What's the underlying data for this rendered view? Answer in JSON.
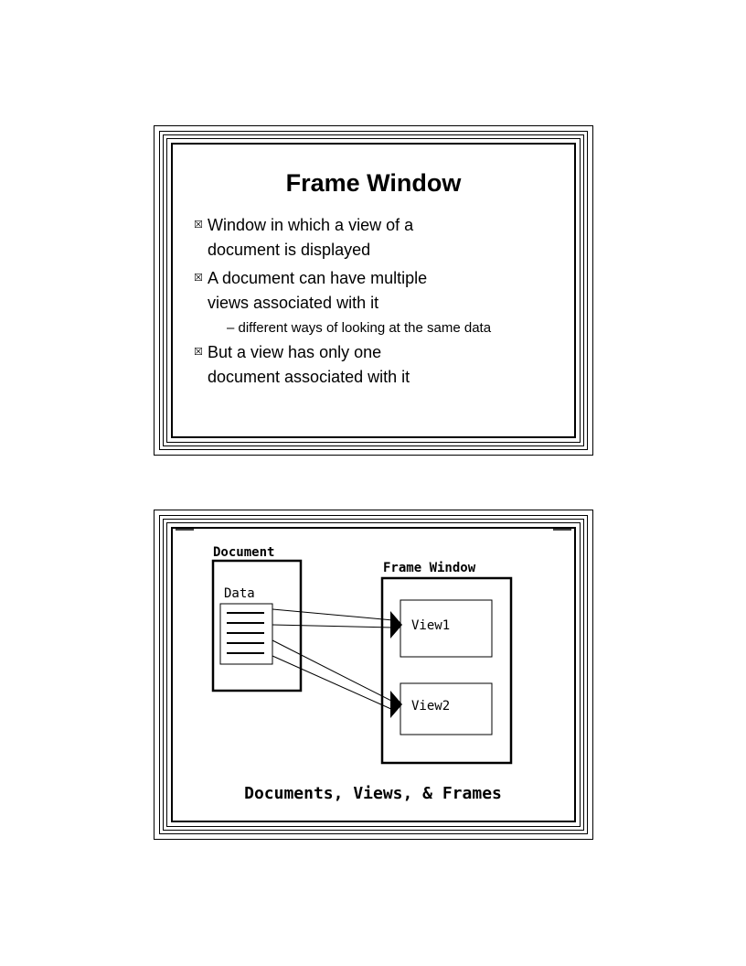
{
  "slide1": {
    "title": "Frame Window",
    "bullets": [
      {
        "line1": "Window in which a view of a",
        "line2": "document is displayed"
      },
      {
        "line1": "A document can have multiple",
        "line2": "views associated with it"
      },
      {
        "line1": "But a view has only one",
        "line2": "document associated with it"
      }
    ],
    "sub_bullet": "– different ways of looking at the same data",
    "checkbox_icon": "checkbox-x-icon"
  },
  "slide2": {
    "document_label": "Document",
    "data_label": "Data",
    "frame_window_label": "Frame Window",
    "view1_label": "View1",
    "view2_label": "View2",
    "caption": "Documents, Views, & Frames"
  }
}
